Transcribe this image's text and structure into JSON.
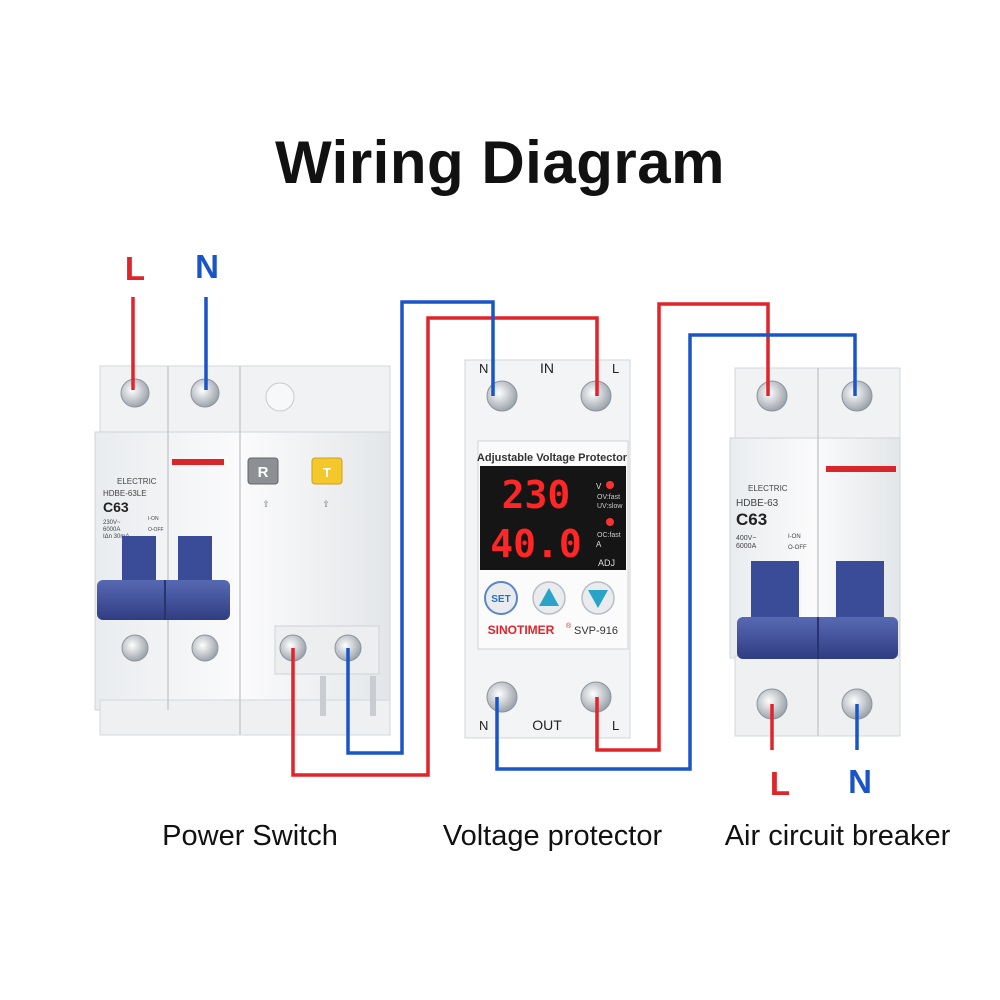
{
  "title": "Wiring Diagram",
  "sources": {
    "left": {
      "L": "L",
      "N": "N"
    },
    "right": {
      "L": "L",
      "N": "N"
    }
  },
  "colors": {
    "live": "#e0242a",
    "neutral": "#1a55c8",
    "handle": "#3e4f9a",
    "display_red": "#ff2626"
  },
  "power_switch": {
    "brand": "ELECTRIC",
    "model": "HDBE-63LE",
    "rating": "C63",
    "spec_line1": "230V~",
    "spec_line2": "6000A",
    "spec_line3": "IΔn 30mA",
    "on_off": [
      "I-ON",
      "O-OFF"
    ],
    "test_buttons": [
      "R",
      "T"
    ],
    "caption": "Power Switch"
  },
  "voltage_protector": {
    "terminal_in": {
      "n": "N",
      "label": "IN",
      "l": "L"
    },
    "terminal_out": {
      "n": "N",
      "label": "OUT",
      "l": "L"
    },
    "header": "Adjustable Voltage Protector",
    "display_voltage": "230",
    "display_current": "40.0",
    "unit_v": "V",
    "unit_a": "A",
    "ov_text": "OV:fast",
    "uv_text": "UV:slow",
    "oc_text": "OC:fast",
    "adj": "ADJ",
    "set_button": "SET",
    "brand": "SINOTIMER",
    "reg": "®",
    "model": "SVP-916",
    "caption": "Voltage protector"
  },
  "air_breaker": {
    "brand": "ELECTRIC",
    "model": "HDBE-63",
    "rating": "C63",
    "spec_line1": "400V~",
    "spec_line2": "6000A",
    "on_off": [
      "I-ON",
      "O-OFF"
    ],
    "caption": "Air circuit breaker"
  }
}
